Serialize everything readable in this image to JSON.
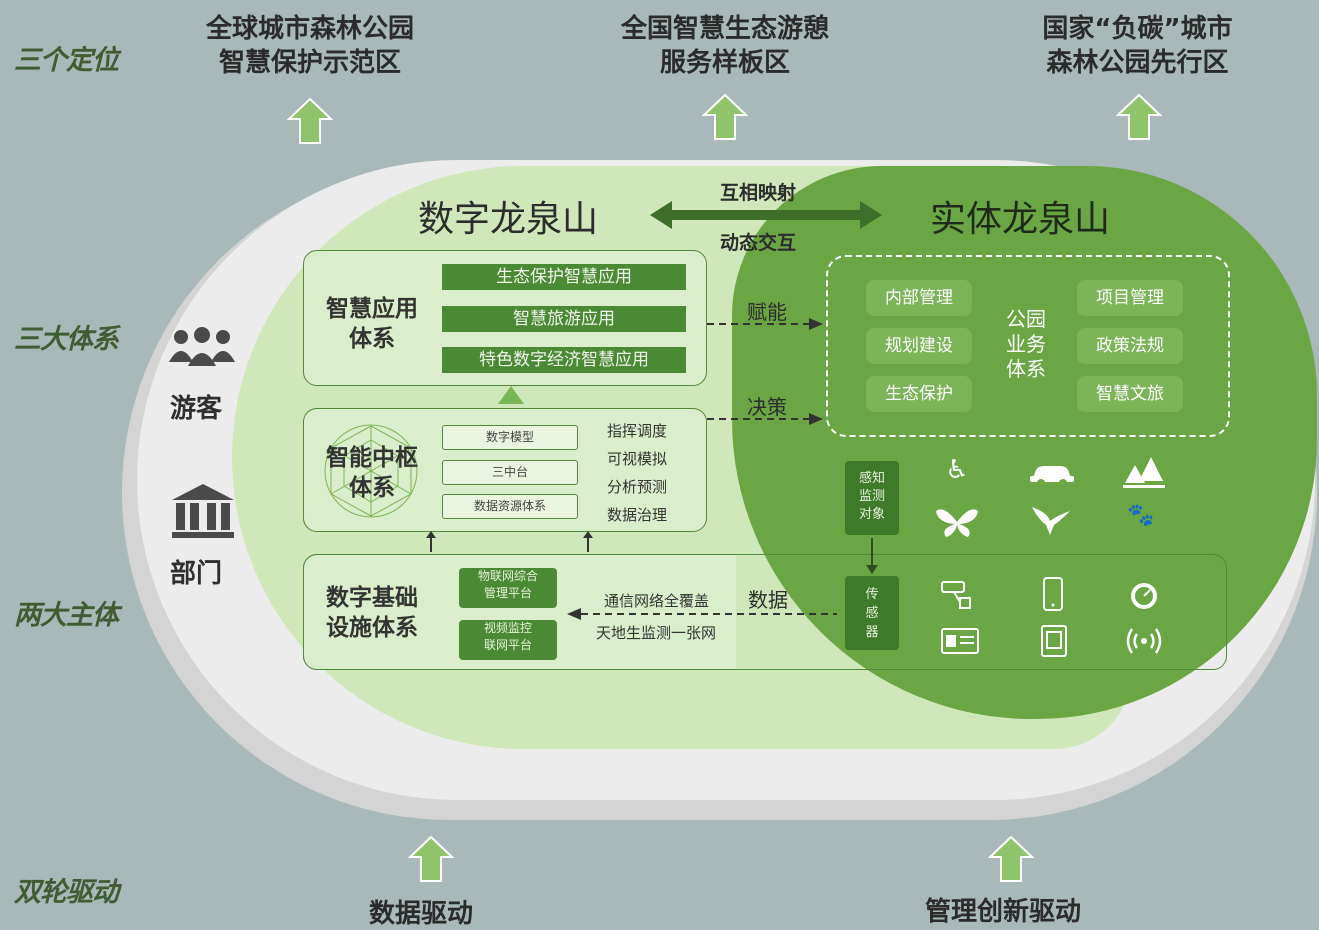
{
  "side_labels": {
    "positioning": "三个定位",
    "systems": "三大体系",
    "subjects": "两大主体",
    "drivers": "双轮驱动"
  },
  "goals": {
    "goal1": {
      "line1": "全球城市森林公园",
      "line2": "智慧保护示范区"
    },
    "goal2": {
      "line1": "全国智慧生态游憩",
      "line2": "服务样板区"
    },
    "goal3": {
      "line1": "国家“负碳”城市",
      "line2": "森林公园先行区"
    }
  },
  "digital_title": "数字龙泉山",
  "physical_title": "实体龙泉山",
  "mapping": {
    "top": "互相映射",
    "bottom": "动态交互"
  },
  "subjects": {
    "visitor": "游客",
    "department": "部门"
  },
  "app_system": {
    "title_line1": "智慧应用",
    "title_line2": "体系",
    "items": [
      "生态保护智慧应用",
      "智慧旅游应用",
      "特色数字经济智慧应用"
    ]
  },
  "hub_system": {
    "title_line1": "智能中枢",
    "title_line2": "体系",
    "boxes": [
      "数字模型",
      "三中台",
      "数据资源体系"
    ],
    "functions": [
      "指挥调度",
      "可视模拟",
      "分析预测",
      "数据治理"
    ]
  },
  "infra_system": {
    "title_line1": "数字基础",
    "title_line2": "设施体系",
    "platform1": [
      "物联网综合",
      "管理平台"
    ],
    "platform2": [
      "视频监控",
      "联网平台"
    ],
    "network1": "通信网络全覆盖",
    "network2": "天地生监测一张网"
  },
  "connectors": {
    "empower": "赋能",
    "decide": "决策",
    "data": "数据"
  },
  "business": {
    "center_line1": "公园",
    "center_line2": "业务",
    "center_line3": "体系",
    "left": [
      "内部管理",
      "规划建设",
      "生态保护"
    ],
    "right": [
      "项目管理",
      "政策法规",
      "智慧文旅"
    ]
  },
  "sensing": {
    "label": [
      "感知",
      "监测",
      "对象"
    ]
  },
  "sensor": {
    "label": [
      "传",
      "感",
      "器"
    ]
  },
  "drivers": {
    "data": "数据驱动",
    "management": "管理创新驱动"
  },
  "colors": {
    "background": "#a9b9b9",
    "light_green": "#cfe7b9",
    "dark_green": "#6aa644",
    "box_green": "#4a8a34",
    "arrow_green": "#8fc46a"
  },
  "icons": {
    "visitor": "people-group-icon",
    "department": "government-building-icon",
    "sensing": [
      "people-accessibility-icon",
      "car-icon",
      "trees-icon",
      "butterfly-icon",
      "bird-icon",
      "paw-prints-icon"
    ],
    "sensors": [
      "cctv-camera-icon",
      "mobile-phone-icon",
      "gauge-icon",
      "id-card-icon",
      "terminal-device-icon",
      "wireless-signal-icon"
    ]
  }
}
